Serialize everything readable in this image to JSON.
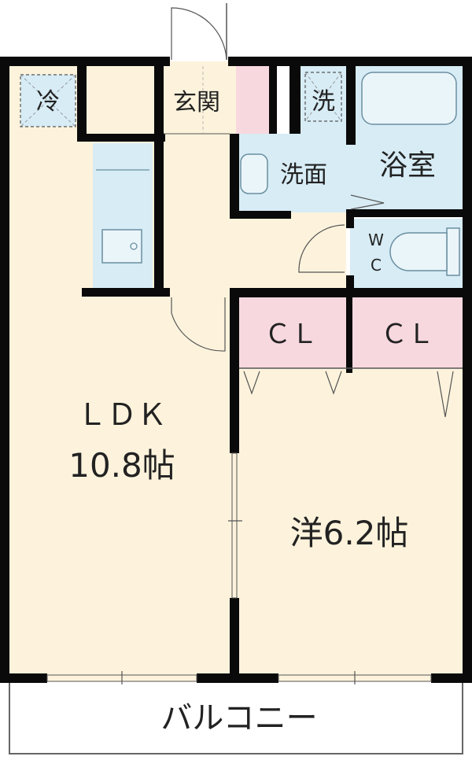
{
  "floorplan": {
    "rooms": {
      "ldk": {
        "label_line1": "ＬＤＫ",
        "label_line2": "10.8帖"
      },
      "western": {
        "label": "洋6.2帖"
      },
      "entrance": {
        "label": "玄関"
      },
      "washroom": {
        "label": "洗面"
      },
      "bath": {
        "label": "浴室"
      },
      "wc": {
        "label_top": "W",
        "label_bottom": "C"
      },
      "closet_left": {
        "label": "ＣＬ"
      },
      "closet_right": {
        "label": "ＣＬ"
      },
      "balcony": {
        "label": "バルコニー"
      }
    },
    "fixtures": {
      "fridge": {
        "label": "冷"
      },
      "washer": {
        "label": "洗"
      }
    },
    "colors": {
      "room_floor": "#fdf3dc",
      "wet_area": "#d7ecf5",
      "closet": "#f8d8df",
      "wall": "#0a0a0a",
      "balcony": "#ffffff"
    }
  }
}
